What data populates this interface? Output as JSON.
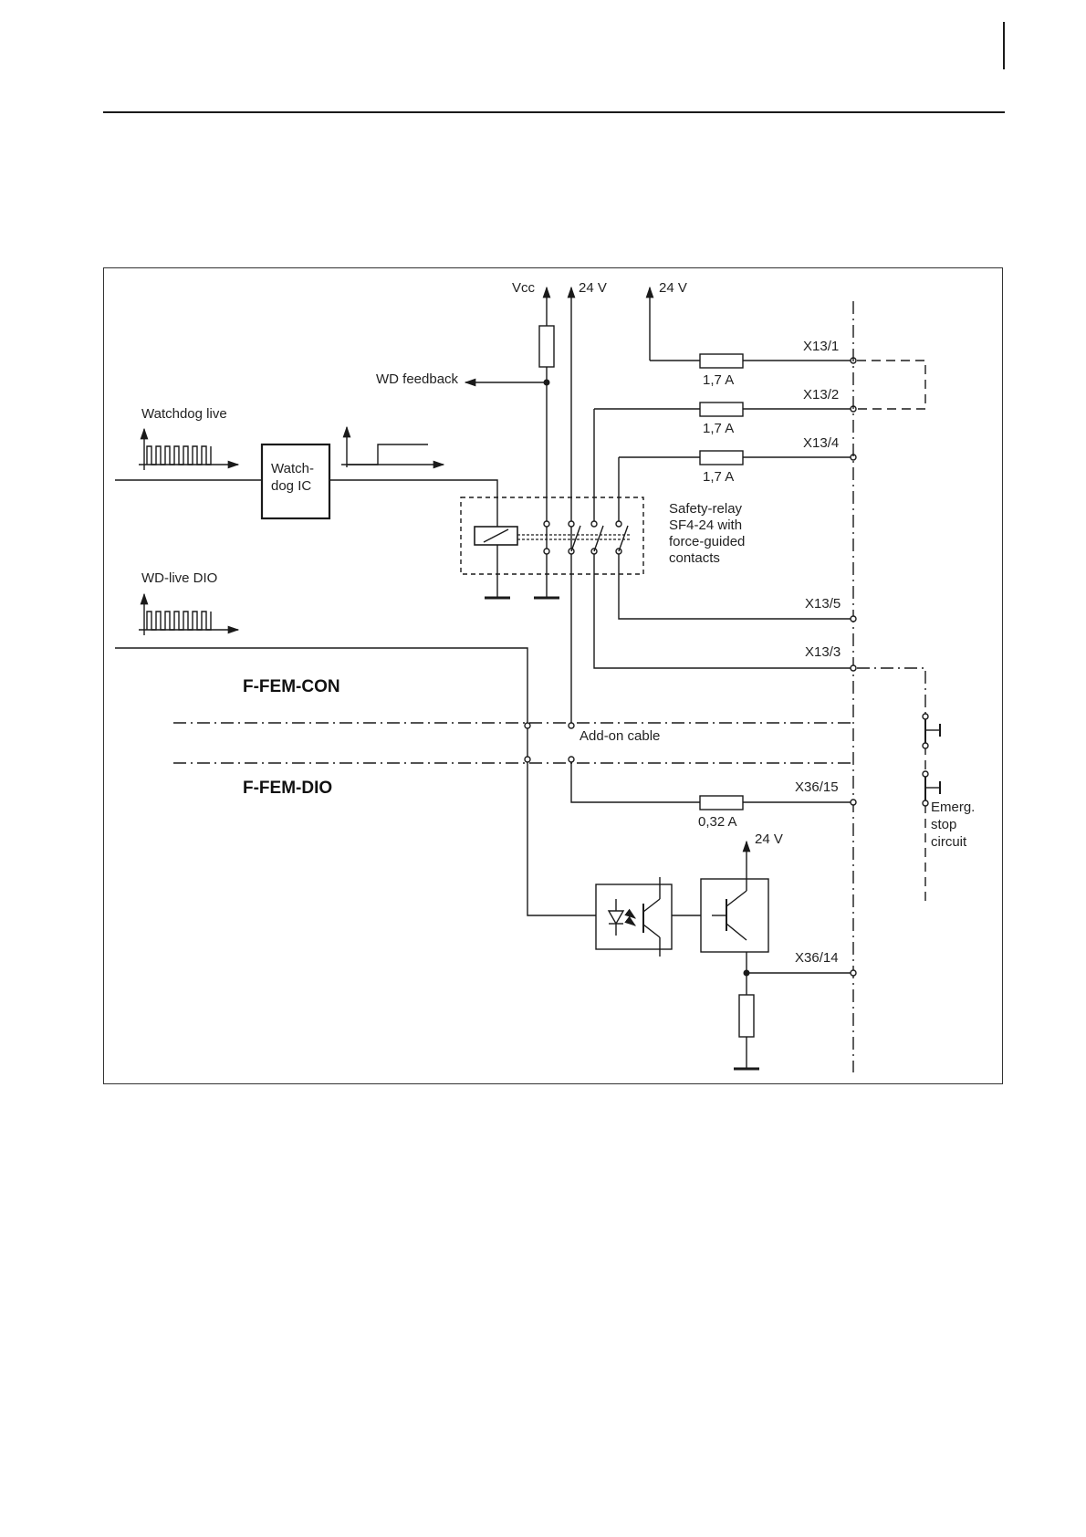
{
  "labels": {
    "vcc": "Vcc",
    "v24_a": "24 V",
    "v24_b": "24 V",
    "v24_c": "24 V",
    "wd_feedback": "WD feedback",
    "watchdog_live": "Watchdog  live",
    "wd_live_dio": "WD-live DIO",
    "watchdog_ic_1": "Watch-",
    "watchdog_ic_2": "dog  IC",
    "relay_1": "Safety-relay",
    "relay_2": "SF4-24  with",
    "relay_3": "force-guided",
    "relay_4": "contacts",
    "x13_1": "X13/1",
    "x13_2": "X13/2",
    "x13_4": "X13/4",
    "x13_5": "X13/5",
    "x13_3": "X13/3",
    "x36_15": "X36/15",
    "x36_14": "X36/14",
    "fuse_1": "1,7 A",
    "fuse_2": "1,7 A",
    "fuse_3": "1,7 A",
    "fuse_4": "0,32 A",
    "f_fem_con": "F-FEM-CON",
    "f_fem_dio": "F-FEM-DIO",
    "addon_cable": "Add-on cable",
    "emerg_1": "Emerg.",
    "emerg_2": "stop",
    "emerg_3": "circuit"
  }
}
